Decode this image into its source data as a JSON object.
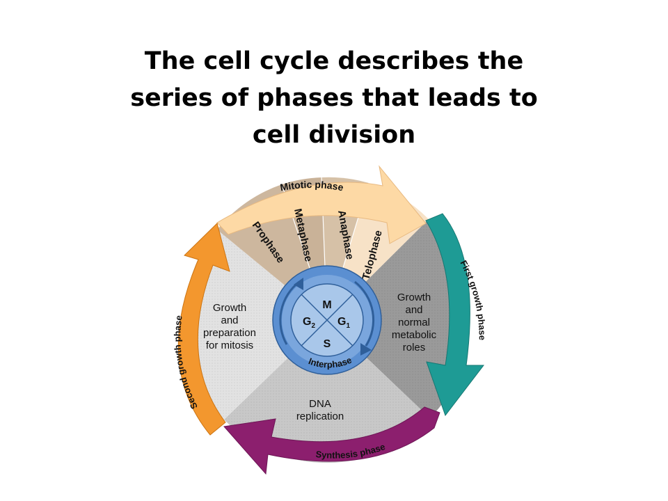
{
  "title": {
    "line1": "The cell cycle describes the",
    "line2": "series of phases that leads to",
    "line3": "cell division"
  },
  "diagram": {
    "arrows": {
      "mitotic": "Mitotic phase",
      "first_growth": "First growth phase",
      "synthesis": "Synthesis phase",
      "second_growth": "Second growth phase"
    },
    "mitosis_stages": {
      "prophase": "Prophase",
      "metaphase": "Metaphase",
      "anaphase": "Anaphase",
      "telophase": "Telophase"
    },
    "sectors": {
      "g1": [
        "Growth",
        "and",
        "normal",
        "metabolic",
        "roles"
      ],
      "s": [
        "DNA",
        "replication"
      ],
      "g2": [
        "Growth",
        "and",
        "preparation",
        "for mitosis"
      ]
    },
    "center": {
      "m": "M",
      "g1_letter": "G",
      "g1_sub": "1",
      "g2_letter": "G",
      "g2_sub": "2",
      "s": "S",
      "interphase": "Interphase"
    },
    "colors": {
      "mitotic_arrow": "#fdd9a5",
      "first_growth_arrow": "#1e9b95",
      "synthesis_arrow": "#8c1f6e",
      "second_growth_arrow": "#f3972e",
      "g1_sector": "#9a9a9a",
      "s_sector": "#c8c8c8",
      "g2_sector": "#e2e2e2",
      "center_disc": "#a9c7ea",
      "center_ring": "#5b8fd1"
    }
  }
}
